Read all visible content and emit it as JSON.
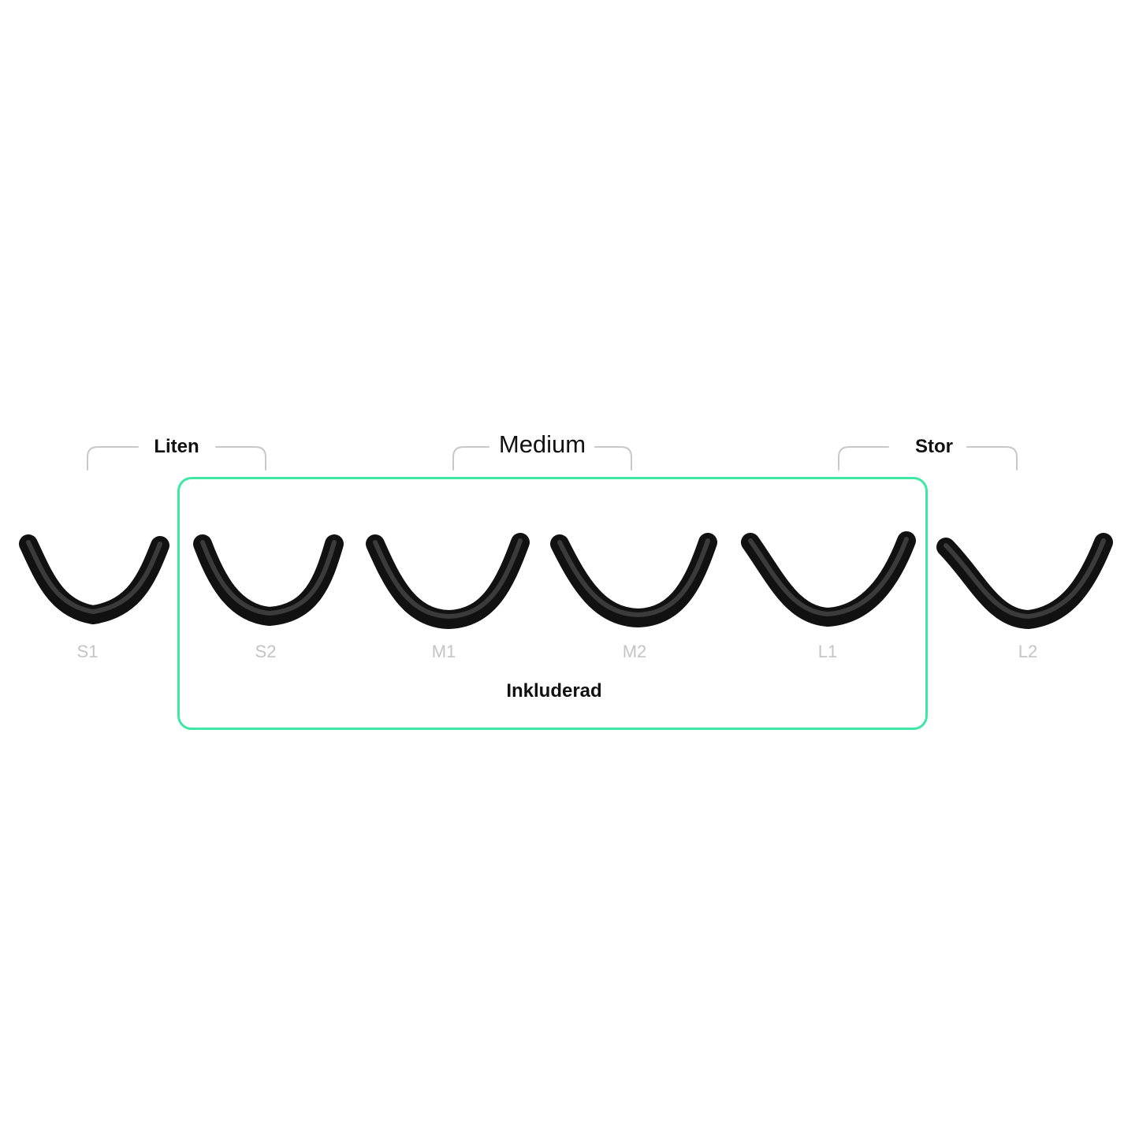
{
  "groups": {
    "small": {
      "label": "Liten"
    },
    "medium": {
      "label": "Medium"
    },
    "large": {
      "label": "Stor"
    }
  },
  "sizes": [
    {
      "label": "S1",
      "included": false
    },
    {
      "label": "S2",
      "included": true
    },
    {
      "label": "M1",
      "included": true
    },
    {
      "label": "M2",
      "included": true
    },
    {
      "label": "L1",
      "included": true
    },
    {
      "label": "L2",
      "included": false
    }
  ],
  "included": {
    "label": "Inkluderad",
    "accent_color": "#3ee8a4"
  },
  "colors": {
    "tip": "#1a1a1a",
    "size_label": "#c4c4c4",
    "bracket": "#c8c8c8"
  }
}
